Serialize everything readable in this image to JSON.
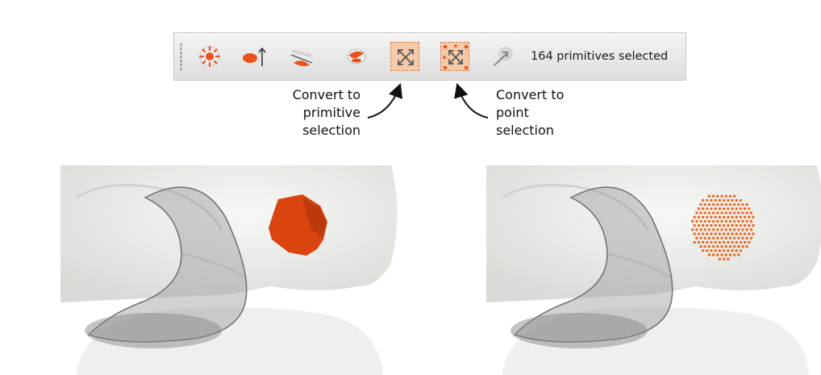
{
  "toolbar": {
    "buttons": [
      {
        "icon": "select-surface-points-icon",
        "active": false
      },
      {
        "icon": "grow-selection-icon",
        "active": false
      },
      {
        "icon": "select-through-icon",
        "active": false
      },
      {
        "icon": "select-block-icon",
        "active": false
      },
      {
        "icon": "convert-to-primitive-selection-icon",
        "active": true
      },
      {
        "icon": "convert-to-point-selection-icon",
        "active": true
      },
      {
        "icon": "extract-selection-icon",
        "active": false
      }
    ],
    "status_text": "164 primitives selected"
  },
  "callouts": {
    "left": [
      "Convert to",
      "primitive",
      "selection"
    ],
    "right": [
      "Convert to",
      "point",
      "selection"
    ]
  },
  "colors": {
    "accent": "#e8531c",
    "selection_fill": "#d9440f",
    "point_color": "#ee6a22",
    "toolbar_bg": "#e6e6e6",
    "mesh_fill": "#ececea",
    "active_button_bg": "#f6c9a8"
  }
}
